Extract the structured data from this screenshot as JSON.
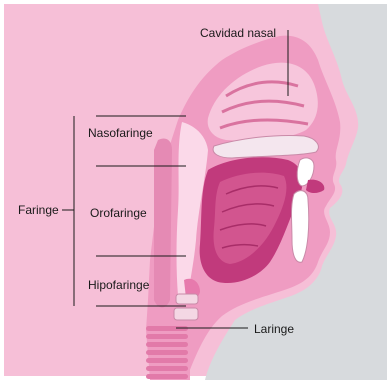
{
  "labels": {
    "nasal_cavity": "Cavidad nasal",
    "pharynx": "Faringe",
    "nasopharynx": "Nasofaringe",
    "oropharynx": "Orofaringe",
    "hypopharynx": "Hipofaringe",
    "larynx": "Laringe"
  },
  "colors": {
    "background_pink": "#f6bfd7",
    "profile_gray": "#d7dadd",
    "tissue_pink": "#ef9cc2",
    "airway_light": "#fbd9e9",
    "tongue_magenta": "#c13a7c",
    "bone": "#ffffff",
    "leader_line": "#1a1a1a"
  }
}
